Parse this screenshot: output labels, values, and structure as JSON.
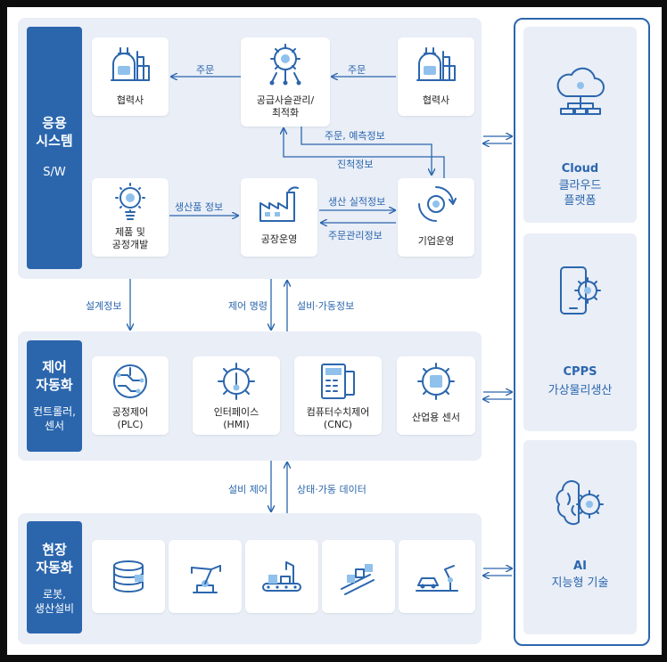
{
  "colors": {
    "accent": "#2b66ad",
    "panel": "#e9eef7",
    "light_accent": "#8fc1ec"
  },
  "application": {
    "title": "응용\n시스템",
    "subtitle": "S/W",
    "cards": {
      "partner_left": "협력사",
      "scm": "공급사슬관리/\n최적화",
      "partner_right": "협력사",
      "product_dev": "제품 및\n공정개발",
      "factory_ops": "공장운영",
      "enterprise_ops": "기업운영"
    },
    "flows": {
      "order_left": "주문",
      "order_right": "주문",
      "order_forecast": "주문, 예측정보",
      "progress": "진척정보",
      "product_info": "생산품 정보",
      "production_info": "생산 실적정보",
      "order_mgmt": "주문관리정보"
    }
  },
  "between_flows": {
    "design_info": "설계정보",
    "control_cmd": "제어 명령",
    "equipment_info": "설비·가동정보",
    "equipment_control": "설비 제어",
    "status_data": "상태·가동 데이터"
  },
  "control": {
    "title": "제어\n자동화",
    "subtitle": "컨트롤러,\n센서",
    "cards": {
      "plc": "공정제어\n(PLC)",
      "hmi": "인터페이스\n(HMI)",
      "cnc": "컴퓨터수치제어\n(CNC)",
      "sensor": "산업용 센서"
    }
  },
  "field": {
    "title": "현장\n자동화",
    "subtitle": "로봇,\n생산설비",
    "cards": [
      {
        "icon": "server-stack-icon"
      },
      {
        "icon": "robot-arm-icon"
      },
      {
        "icon": "assembly-line-icon"
      },
      {
        "icon": "conveyor-boxes-icon"
      },
      {
        "icon": "car-assembly-icon"
      }
    ]
  },
  "right": {
    "cloud": {
      "title": "Cloud",
      "subtitle": "클라우드\n플랫폼"
    },
    "cpps": {
      "title": "CPPS",
      "subtitle": "가상물리생산"
    },
    "ai": {
      "title": "AI",
      "subtitle": "지능형 기술"
    }
  }
}
